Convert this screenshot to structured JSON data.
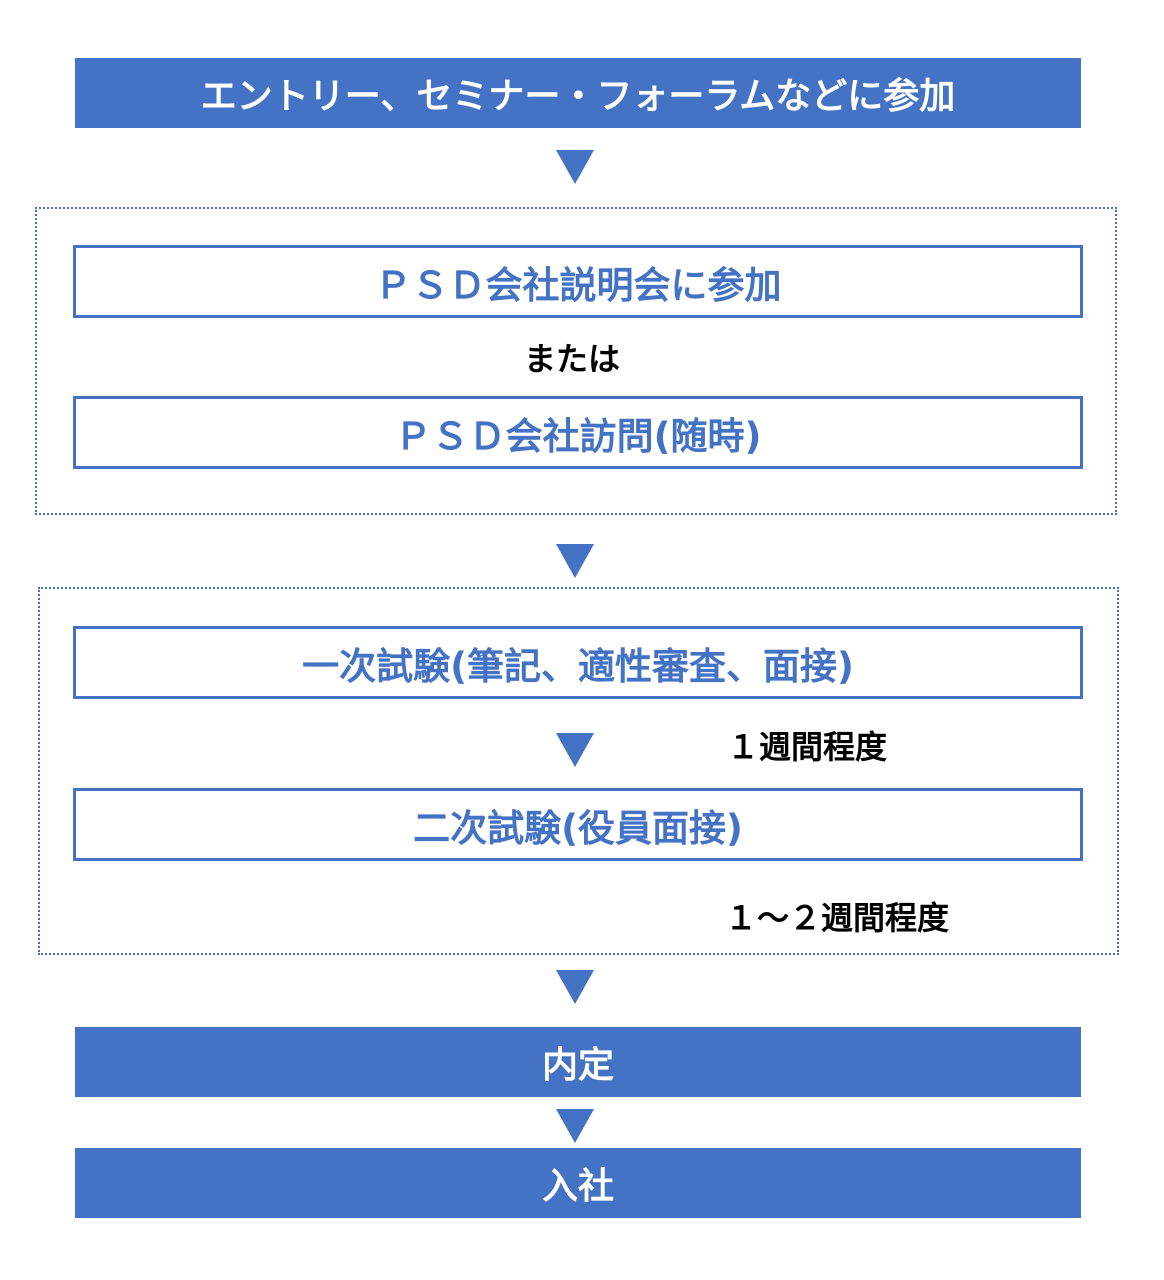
{
  "steps": {
    "entry": "エントリー、セミナー・フォーラムなどに参加",
    "briefing": "ＰＳＤ会社説明会に参加",
    "or_label": "または",
    "visit": "ＰＳＤ会社訪問(随時)",
    "first_exam": "一次試験(筆記、適性審査、面接)",
    "first_duration": "１週間程度",
    "second_exam": "二次試験(役員面接)",
    "second_duration": "１～２週間程度",
    "offer": "内定",
    "joining": "入社"
  },
  "colors": {
    "accent": "#4472c4",
    "text": "#000000",
    "background": "#ffffff"
  }
}
